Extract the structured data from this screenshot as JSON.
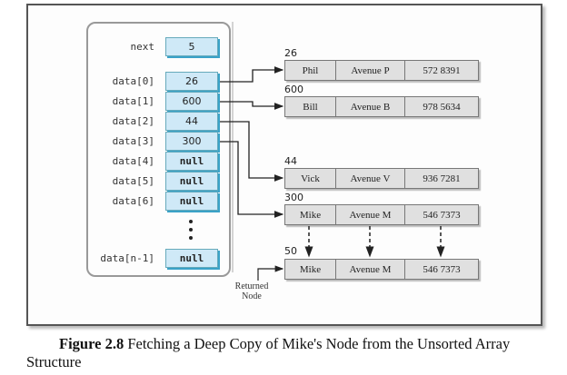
{
  "array": {
    "next_label": "next",
    "next_value": "5",
    "slots": [
      {
        "label": "data[0]",
        "value": "26"
      },
      {
        "label": "data[1]",
        "value": "600"
      },
      {
        "label": "data[2]",
        "value": "44"
      },
      {
        "label": "data[3]",
        "value": "300"
      },
      {
        "label": "data[4]",
        "value": "null"
      },
      {
        "label": "data[5]",
        "value": "null"
      },
      {
        "label": "data[6]",
        "value": "null"
      }
    ],
    "last_slot": {
      "label": "data[n-1]",
      "value": "null"
    }
  },
  "nodes": [
    {
      "address": "26",
      "name": "Phil",
      "street": "Avenue P",
      "phone": "572 8391"
    },
    {
      "address": "600",
      "name": "Bill",
      "street": "Avenue B",
      "phone": "978 5634"
    },
    {
      "address": "44",
      "name": "Vick",
      "street": "Avenue V",
      "phone": "936 7281"
    },
    {
      "address": "300",
      "name": "Mike",
      "street": "Avenue M",
      "phone": "546 7373"
    },
    {
      "address": "50",
      "name": "Mike",
      "street": "Avenue M",
      "phone": "546 7373"
    }
  ],
  "returned_label_line1": "Returned",
  "returned_label_line2": "Node",
  "caption": {
    "figure": "Figure 2.8",
    "text": " Fetching a Deep Copy of Mike's Node from the Unsorted Array Structure"
  }
}
